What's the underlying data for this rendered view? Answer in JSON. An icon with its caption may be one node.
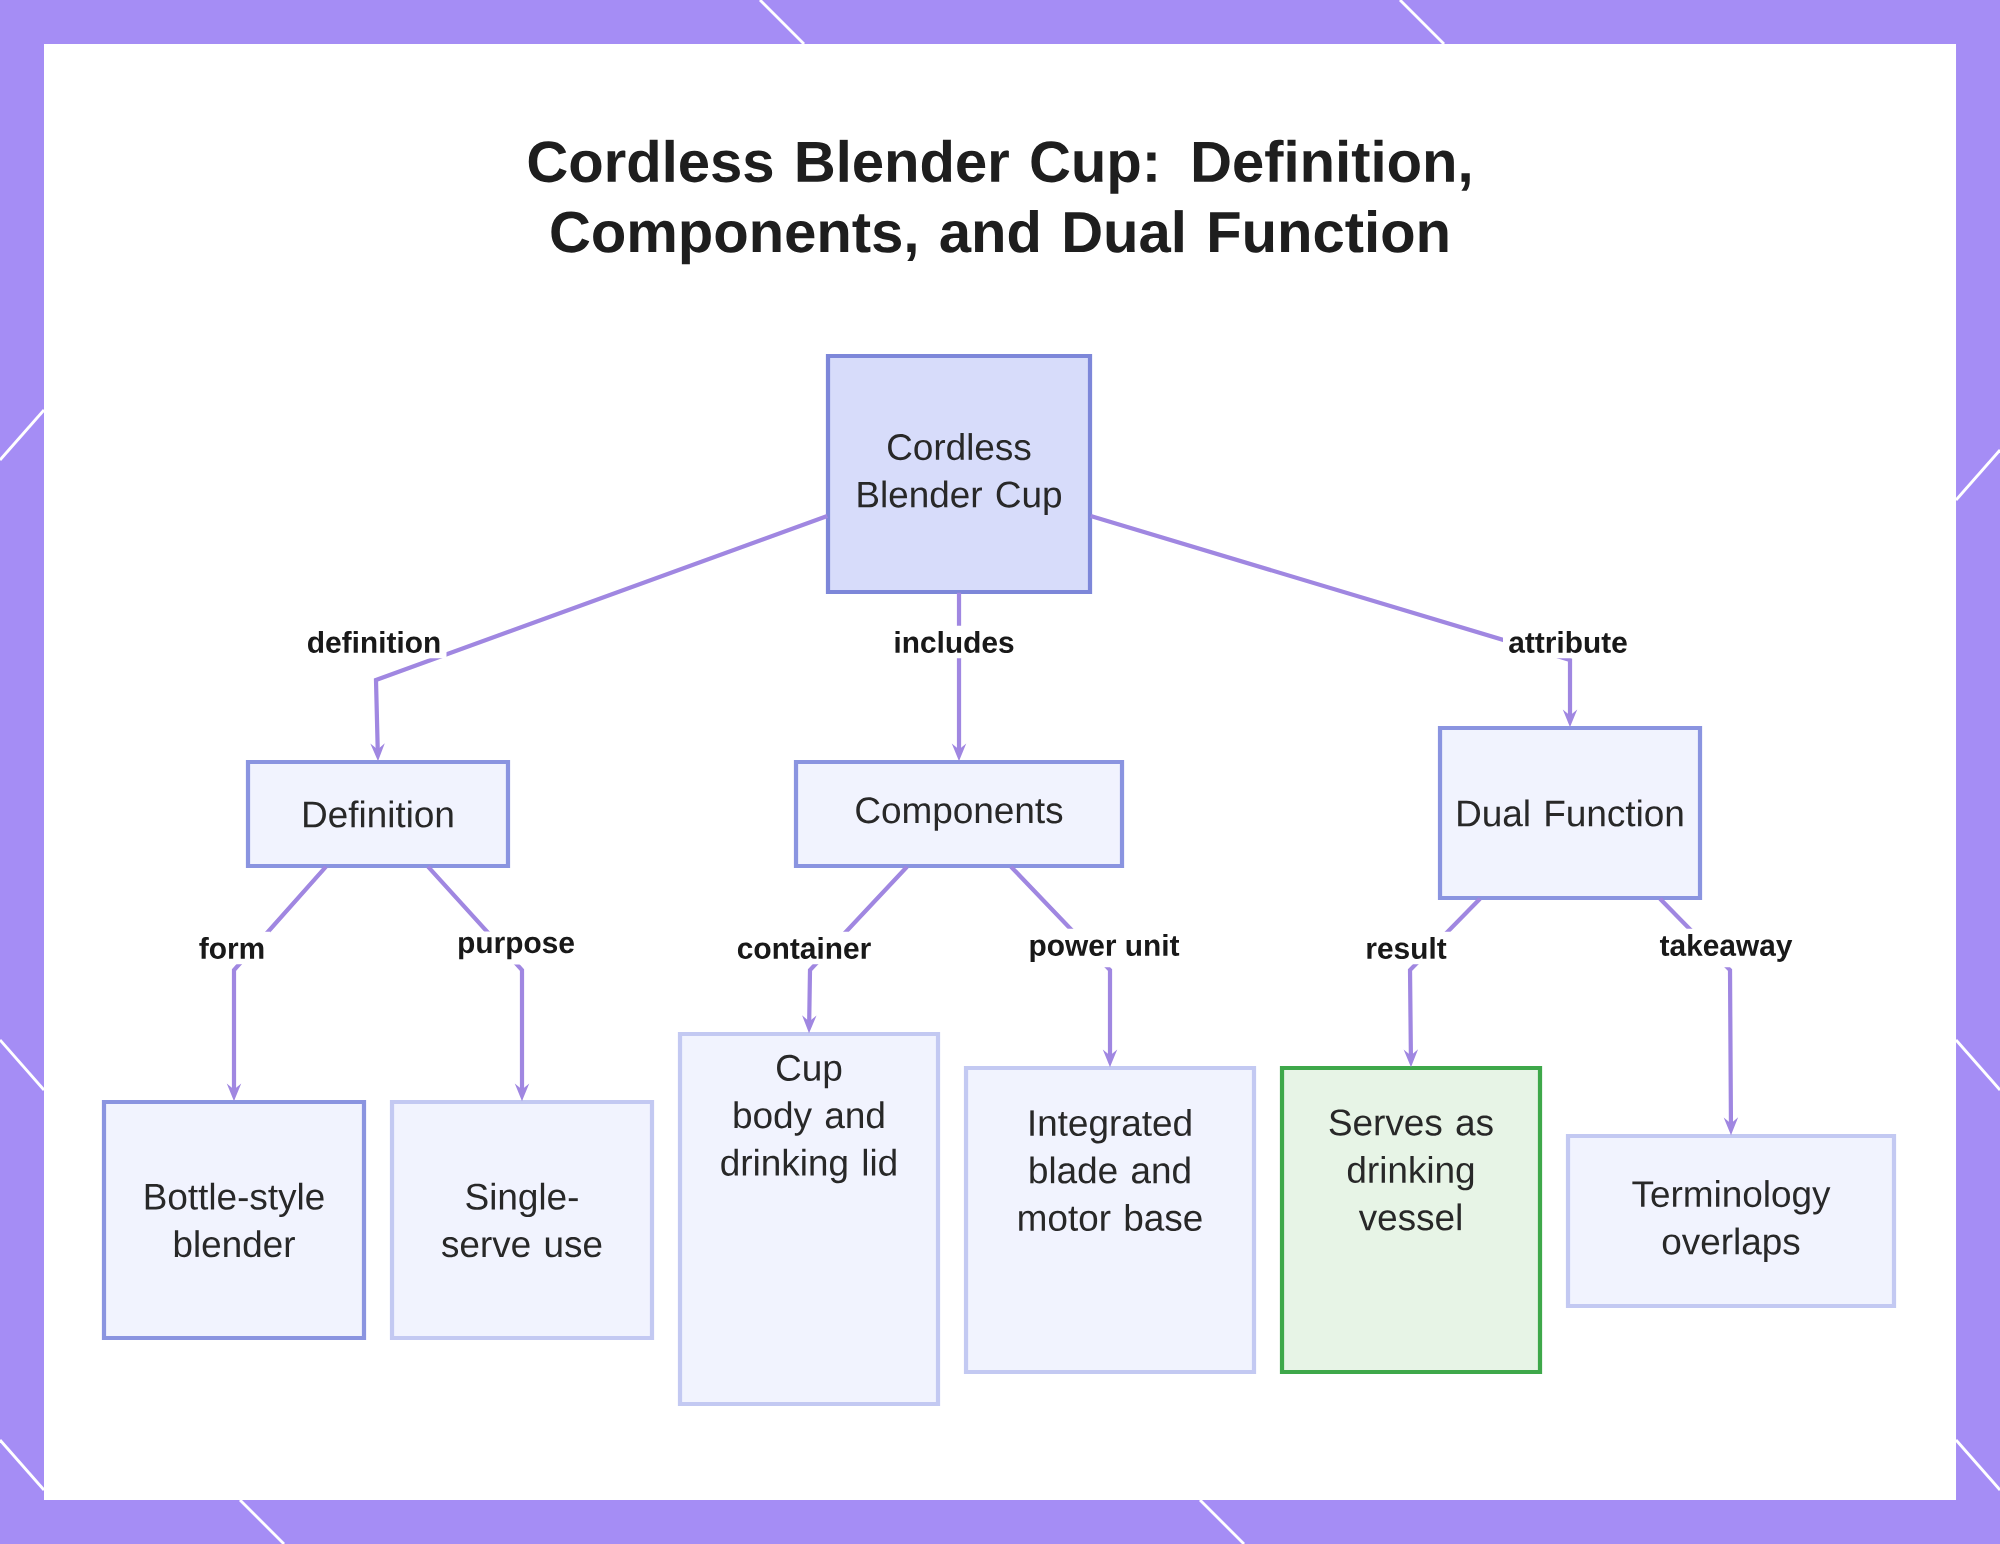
{
  "diagram": {
    "title": "Cordless Blender Cup: Definition, Components, and Dual Function",
    "nodes": [
      {
        "text": [
          "Cordless Blender Cup"
        ]
      },
      {
        "text": [
          "Definition"
        ]
      },
      {
        "text": [
          "Components"
        ]
      },
      {
        "text": [
          "Dual Function"
        ]
      },
      {
        "text": [
          "Bottle-style blender"
        ]
      },
      {
        "text": [
          "Single-serve use"
        ]
      },
      {
        "text": [
          "Cup body and drinking lid"
        ]
      },
      {
        "text": [
          "Integrated blade and motor base"
        ]
      },
      {
        "text": [
          "Serves as drinking vessel"
        ]
      },
      {
        "text": [
          "Terminology overlaps"
        ]
      }
    ],
    "edges": [
      {
        "from": 0,
        "to": 1,
        "arrow": "to",
        "label": "definition"
      },
      {
        "from": 0,
        "to": 2,
        "arrow": "to",
        "label": "includes"
      },
      {
        "from": 0,
        "to": 3,
        "arrow": "to",
        "label": "attribute"
      },
      {
        "from": 1,
        "to": 4,
        "arrow": "to",
        "label": "form"
      },
      {
        "from": 1,
        "to": 5,
        "arrow": "to",
        "label": "purpose"
      },
      {
        "from": 2,
        "to": 6,
        "arrow": "to",
        "label": "container"
      },
      {
        "from": 2,
        "to": 7,
        "arrow": "to",
        "label": "power unit"
      },
      {
        "from": 3,
        "to": 8,
        "arrow": "to",
        "label": "result"
      },
      {
        "from": 3,
        "to": 9,
        "arrow": "to",
        "label": "takeaway"
      }
    ]
  }
}
